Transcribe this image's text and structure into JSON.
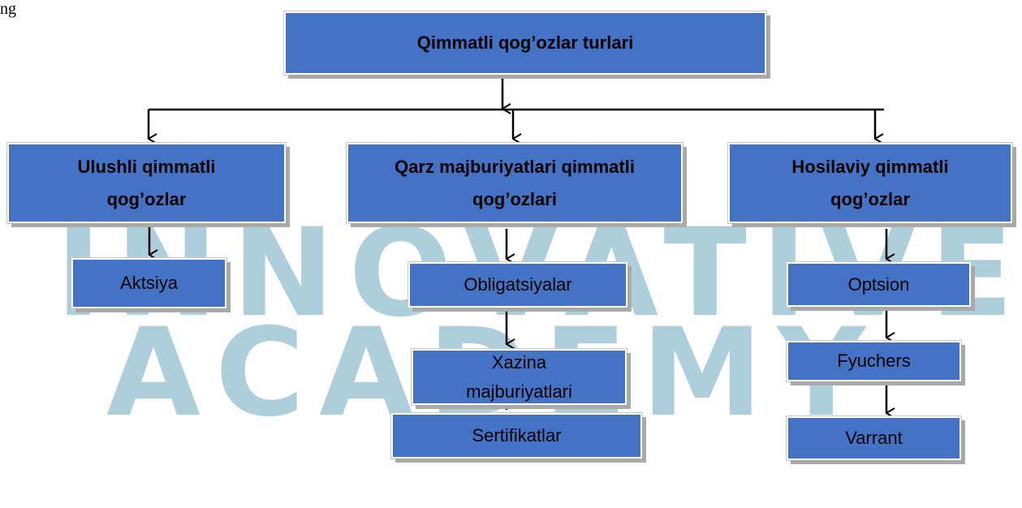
{
  "watermark": {
    "line1": "INNOVATIVE",
    "line2": "ACADEMY"
  },
  "text_fragment": "ng",
  "root": {
    "label": "Qimmatli qog’ozlar turlari"
  },
  "categories": [
    {
      "label": "Ulushli qimmatli qog’ozlar"
    },
    {
      "label": "Qarz majburiyatlari qimmatli qog’ozlari"
    },
    {
      "label": "Hosilaviy qimmatli qog’ozlar"
    }
  ],
  "leaves": {
    "equity": [
      "Aktsiya"
    ],
    "debt": [
      "Obligatsiyalar",
      "Xazina majburiyatlari",
      "Sertifikatlar"
    ],
    "derivative": [
      "Optsion",
      "Fyuchers",
      "Varrant"
    ]
  },
  "colors": {
    "box_fill": "#4472c4",
    "box_shadow": "#a9a9a9",
    "watermark": "#9fc6d5"
  }
}
